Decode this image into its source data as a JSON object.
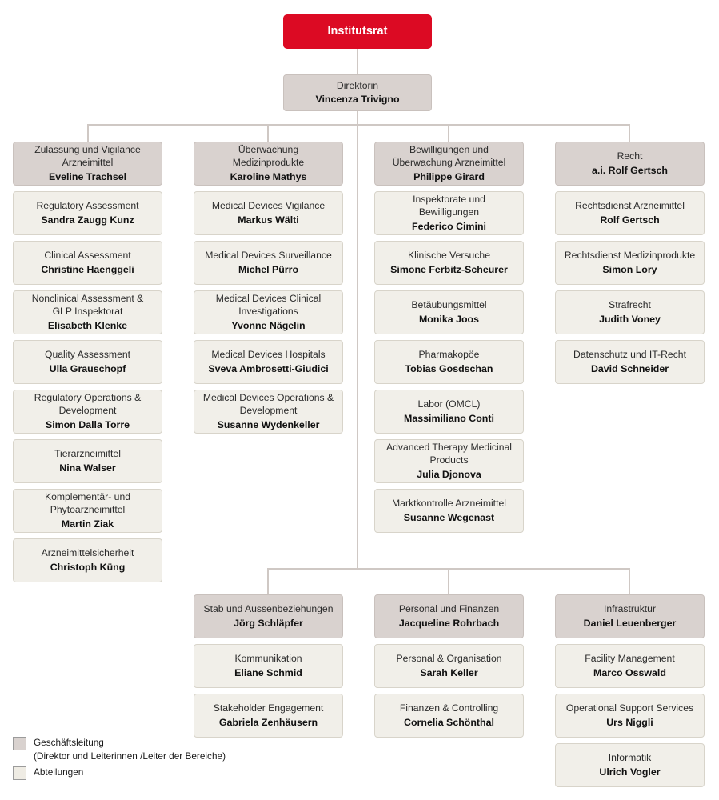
{
  "chart_type": "org-chart",
  "colors": {
    "root_red": "#dc0a23",
    "management_box": "#d9d2cf",
    "department_box": "#f1efe9",
    "connector_line": "#cfc8c4"
  },
  "root": {
    "title": "Institutsrat"
  },
  "director": {
    "title": "Direktorin",
    "person": "Vincenza Trivigno"
  },
  "columns": [
    {
      "head": {
        "title": "Zulassung und Vigilance\nArzneimittel",
        "person": "Eveline Trachsel"
      },
      "units": [
        {
          "title": "Regulatory Assessment",
          "person": "Sandra Zaugg Kunz"
        },
        {
          "title": "Clinical Assessment",
          "person": "Christine Haenggeli"
        },
        {
          "title": "Nonclinical Assessment &\nGLP Inspektorat",
          "person": "Elisabeth Klenke"
        },
        {
          "title": "Quality Assessment",
          "person": "Ulla Grauschopf"
        },
        {
          "title": "Regulatory Operations &\nDevelopment",
          "person": "Simon Dalla Torre"
        },
        {
          "title": "Tierarzneimittel",
          "person": "Nina Walser"
        },
        {
          "title": "Komplementär- und\nPhytoarzneimittel",
          "person": "Martin Ziak"
        },
        {
          "title": "Arzneimittelsicherheit",
          "person": "Christoph Küng"
        }
      ]
    },
    {
      "head": {
        "title": "Überwachung\nMedizinprodukte",
        "person": "Karoline Mathys"
      },
      "units": [
        {
          "title": "Medical Devices Vigilance",
          "person": "Markus Wälti"
        },
        {
          "title": "Medical Devices Surveillance",
          "person": "Michel Pürro"
        },
        {
          "title": "Medical Devices Clinical\nInvestigations",
          "person": "Yvonne Nägelin"
        },
        {
          "title": "Medical Devices Hospitals",
          "person": "Sveva Ambrosetti-Giudici"
        },
        {
          "title": "Medical Devices Operations &\nDevelopment",
          "person": "Susanne Wydenkeller"
        }
      ]
    },
    {
      "head": {
        "title": "Bewilligungen und\nÜberwachung Arzneimittel",
        "person": "Philippe Girard"
      },
      "units": [
        {
          "title": "Inspektorate und\nBewilligungen",
          "person": "Federico Cimini"
        },
        {
          "title": "Klinische Versuche",
          "person": "Simone Ferbitz-Scheurer"
        },
        {
          "title": "Betäubungsmittel",
          "person": "Monika Joos"
        },
        {
          "title": "Pharmakopöe",
          "person": "Tobias Gosdschan"
        },
        {
          "title": "Labor (OMCL)",
          "person": "Massimiliano Conti"
        },
        {
          "title": "Advanced Therapy Medicinal\nProducts",
          "person": "Julia Djonova"
        },
        {
          "title": "Marktkontrolle Arzneimittel",
          "person": "Susanne Wegenast"
        }
      ]
    },
    {
      "head": {
        "title": "Recht",
        "person": "a.i. Rolf Gertsch"
      },
      "units": [
        {
          "title": "Rechtsdienst Arzneimittel",
          "person": "Rolf Gertsch"
        },
        {
          "title": "Rechtsdienst Medizinprodukte",
          "person": "Simon Lory"
        },
        {
          "title": "Strafrecht",
          "person": "Judith Voney"
        },
        {
          "title": "Datenschutz und IT-Recht",
          "person": "David Schneider"
        }
      ]
    }
  ],
  "bottom_columns": [
    {
      "head": {
        "title": "Stab und Aussenbeziehungen",
        "person": "Jörg Schläpfer"
      },
      "units": [
        {
          "title": "Kommunikation",
          "person": "Eliane Schmid"
        },
        {
          "title": "Stakeholder Engagement",
          "person": "Gabriela Zenhäusern"
        }
      ]
    },
    {
      "head": {
        "title": "Personal und Finanzen",
        "person": "Jacqueline Rohrbach"
      },
      "units": [
        {
          "title": "Personal & Organisation",
          "person": "Sarah Keller"
        },
        {
          "title": "Finanzen & Controlling",
          "person": "Cornelia Schönthal"
        }
      ]
    },
    {
      "head": {
        "title": "Infrastruktur",
        "person": "Daniel Leuenberger"
      },
      "units": [
        {
          "title": "Facility Management",
          "person": "Marco Osswald"
        },
        {
          "title": "Operational Support Services",
          "person": "Urs Niggli"
        },
        {
          "title": "Informatik",
          "person": "Ulrich Vogler"
        }
      ]
    }
  ],
  "legend": {
    "management_line1": "Geschäftsleitung",
    "management_line2": "(Direktor und Leiterinnen /Leiter der Bereiche)",
    "departments": "Abteilungen"
  }
}
